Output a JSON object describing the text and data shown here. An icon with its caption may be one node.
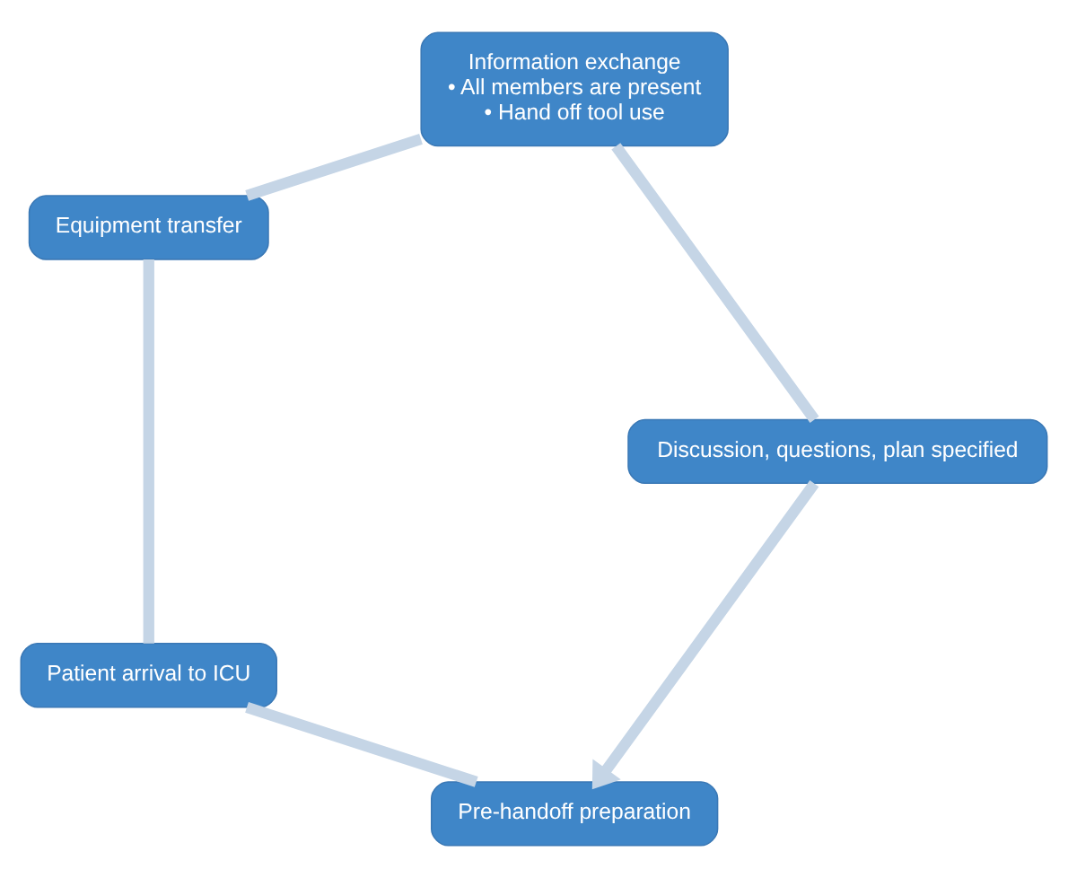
{
  "diagram": {
    "nodes": [
      {
        "text": [
          "Pre-handoff preparation"
        ]
      },
      {
        "text": [
          "Patient arrival to ICU"
        ]
      },
      {
        "text": [
          "Equipment transfer"
        ]
      },
      {
        "text": [
          "Information exchange",
          "• All members are present",
          "• Hand off tool use"
        ]
      },
      {
        "text": [
          "Discussion, questions, plan specified"
        ]
      }
    ],
    "edges": [
      {
        "from": 0,
        "to": 1,
        "arrow": "none"
      },
      {
        "from": 1,
        "to": 2,
        "arrow": "none"
      },
      {
        "from": 2,
        "to": 3,
        "arrow": "none"
      },
      {
        "from": 3,
        "to": 4,
        "arrow": "none"
      },
      {
        "from": 4,
        "to": 0,
        "arrow": "to"
      }
    ]
  }
}
